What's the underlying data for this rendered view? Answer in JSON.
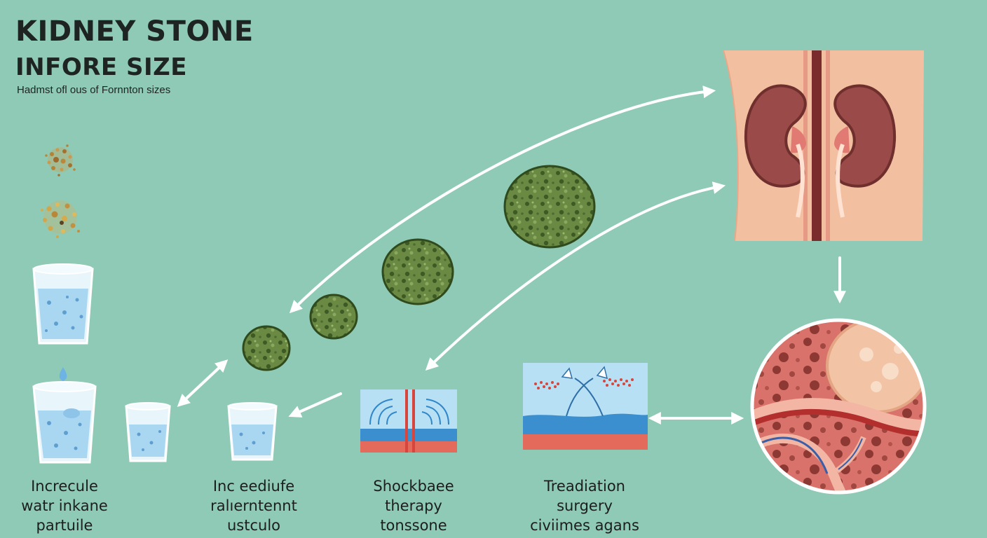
{
  "header": {
    "title_line1": "KIDNEY STONE",
    "title_line2": "INFORE SIZE",
    "subtitle": "Hadmst ofl ous of Fornnton sizes"
  },
  "captions": [
    {
      "lines": [
        "Increcule",
        "watr inkane",
        "partuile"
      ]
    },
    {
      "lines": [
        "Inc eediufe",
        "ralıerntennt",
        "ustculo"
      ]
    },
    {
      "lines": [
        "Shockbaee",
        "therapy",
        "tonssone"
      ]
    },
    {
      "lines": [
        "Treadiation",
        "surgery",
        "civiimes agans"
      ]
    }
  ],
  "colors": {
    "background": "#8fcab6",
    "stone": "#6a8a44",
    "stone_dark": "#3d5a25",
    "kidney": "#9a4a48",
    "skin": "#f3bfa1",
    "water": "#a9d7f2",
    "arrow": "#ffffff"
  },
  "icons": [
    "crystal-cluster-icon",
    "water-glass-icon",
    "kidney-stone-icon",
    "kidney-anatomy-icon",
    "shockwave-panel-icon",
    "surgery-panel-icon",
    "tissue-closeup-icon",
    "arrow-icon"
  ]
}
